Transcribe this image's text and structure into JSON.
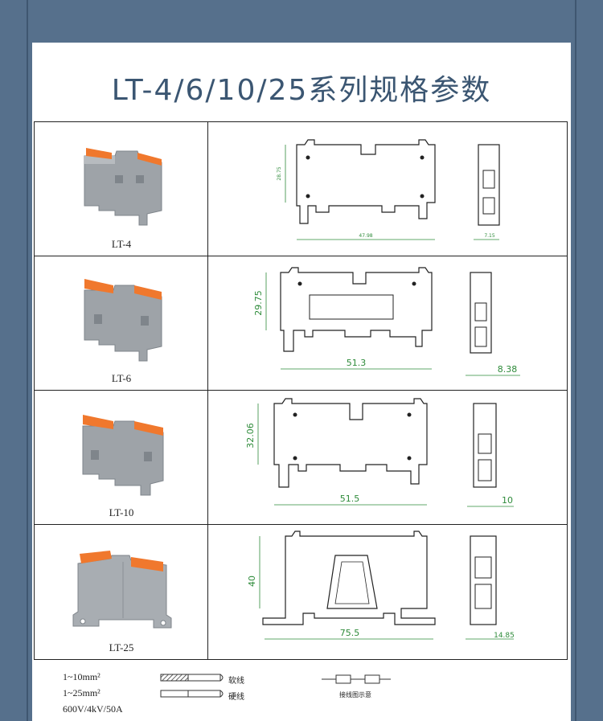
{
  "title": "LT-4/6/10/25系列规格参数",
  "rows": [
    {
      "model": "LT-4",
      "height_dim": "28.75",
      "width_dim": "47.98",
      "depth_dim": "7.15"
    },
    {
      "model": "LT-6",
      "height_dim": "29.75",
      "width_dim": "51.3",
      "depth_dim": "8.38"
    },
    {
      "model": "LT-10",
      "height_dim": "32.06",
      "width_dim": "51.5",
      "depth_dim": "10"
    },
    {
      "model": "LT-25",
      "height_dim": "40",
      "width_dim": "75.5",
      "depth_dim": "14.85"
    }
  ],
  "legend": {
    "range1": "1~10mm²",
    "range2": "1~25mm²",
    "rating": "600V/4kV/50A",
    "soft_wire": "软线",
    "hard_wire": "硬线",
    "wiring_diagram": "接线图示意"
  },
  "colors": {
    "frame": "#56708c",
    "title": "#3b5672",
    "dimension": "#2e8b3a",
    "housing": "#8e959c",
    "lever": "#f0782d"
  }
}
